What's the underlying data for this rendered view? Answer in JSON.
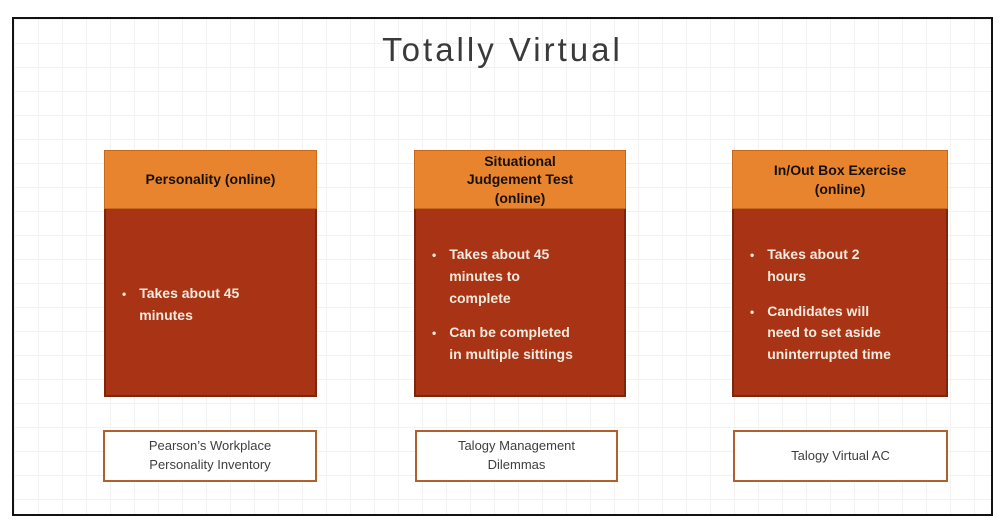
{
  "slide": {
    "title": "Totally Virtual",
    "bullet_glyph": "•",
    "colors": {
      "grid_line": "#f4f1ee",
      "title_text": "#3a3a3a",
      "header_bg": "#e8842e",
      "header_border": "#c8681f",
      "header_text": "#171007",
      "body_bg": "#a93315",
      "body_border": "#7e260d",
      "bullet_text": "#f4ebde",
      "footer_border": "#b2602b",
      "footer_text": "#3e3e3e"
    },
    "columns": [
      {
        "header": "Personality (online)",
        "bullets": [
          "Takes about 45\nminutes"
        ],
        "footer": "Pearson’s Workplace\nPersonality Inventory"
      },
      {
        "header": "Situational\nJudgement Test\n(online)",
        "bullets": [
          "Takes about 45\nminutes to\ncomplete",
          "Can be completed\nin multiple sittings"
        ],
        "footer": "Talogy Management\nDilemmas"
      },
      {
        "header": "In/Out Box Exercise\n(online)",
        "bullets": [
          "Takes about 2\nhours",
          "Candidates will\nneed to set aside\nuninterrupted time"
        ],
        "footer": "Talogy Virtual AC"
      }
    ]
  }
}
